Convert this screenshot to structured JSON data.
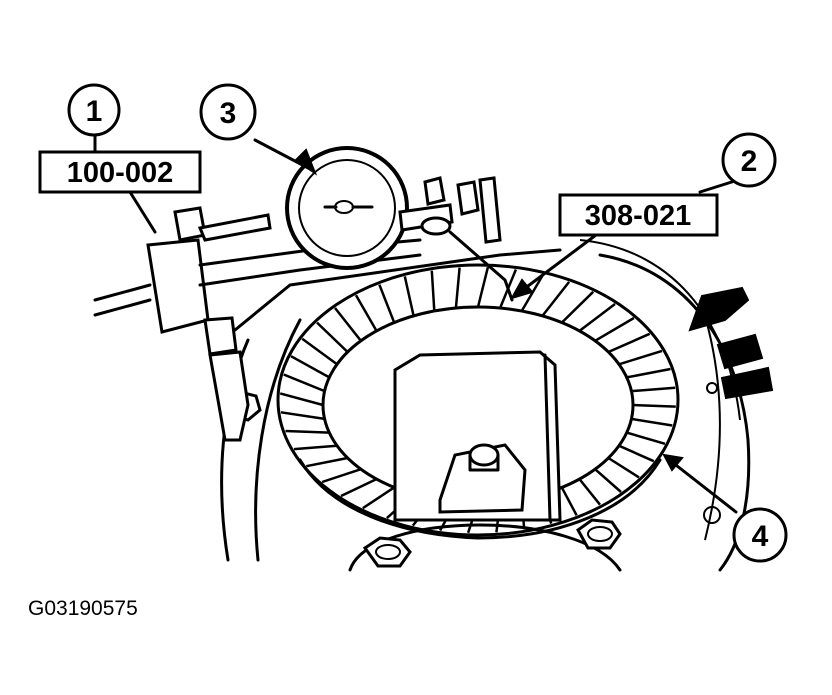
{
  "figure_id": "G03190575",
  "callouts": [
    {
      "number": "1"
    },
    {
      "number": "2"
    },
    {
      "number": "3"
    },
    {
      "number": "4"
    }
  ],
  "tool_labels": {
    "dial_indicator_holder": "100-002",
    "indicator_bracket": "308-021"
  }
}
